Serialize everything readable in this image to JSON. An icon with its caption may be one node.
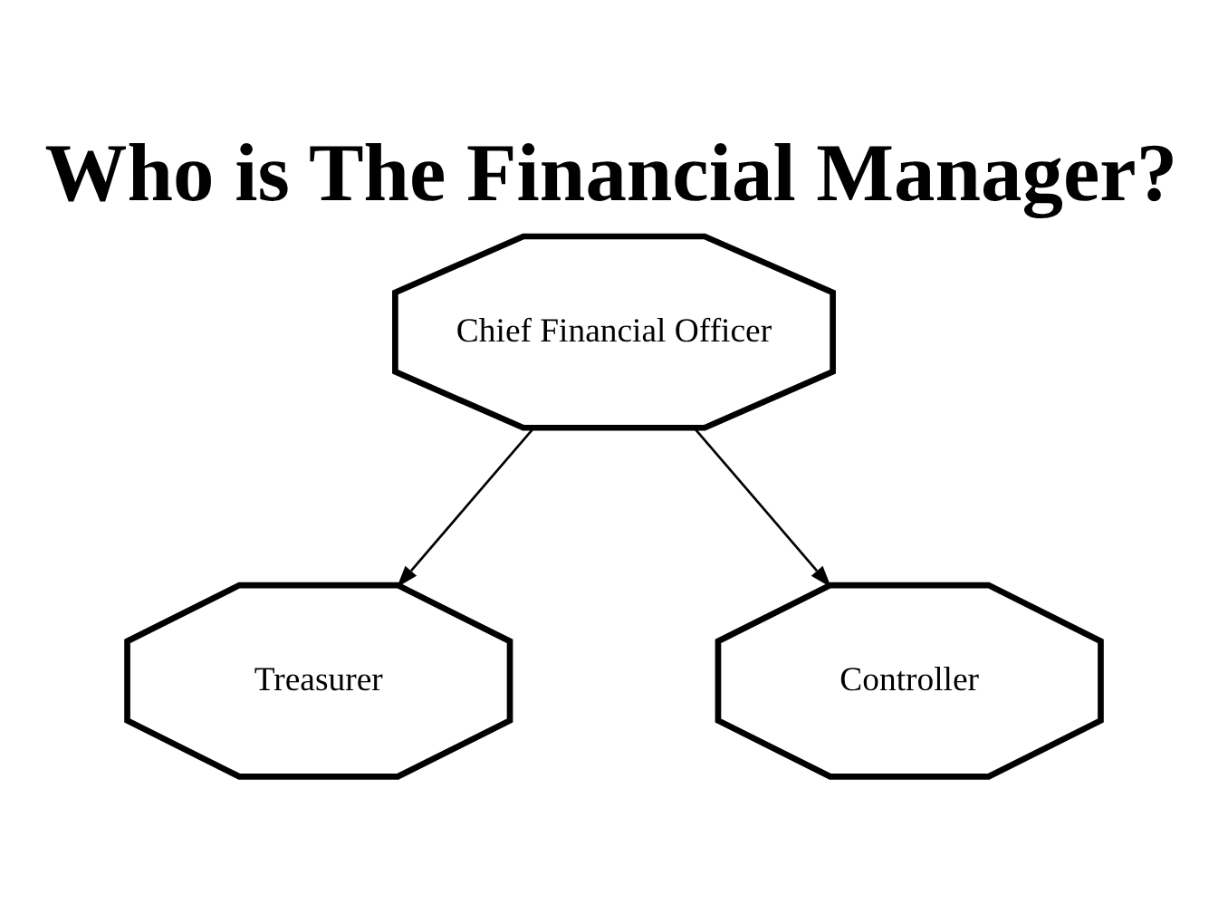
{
  "diagram": {
    "title": "Who is The Financial Manager?",
    "nodes": [
      {
        "text": [
          "Chief Financial Officer"
        ]
      },
      {
        "text": [
          "Treasurer"
        ]
      },
      {
        "text": [
          "Controller"
        ]
      }
    ],
    "edges": [
      {
        "from": 0,
        "to": 1,
        "arrow": "to"
      },
      {
        "from": 0,
        "to": 2,
        "arrow": "to"
      }
    ]
  }
}
